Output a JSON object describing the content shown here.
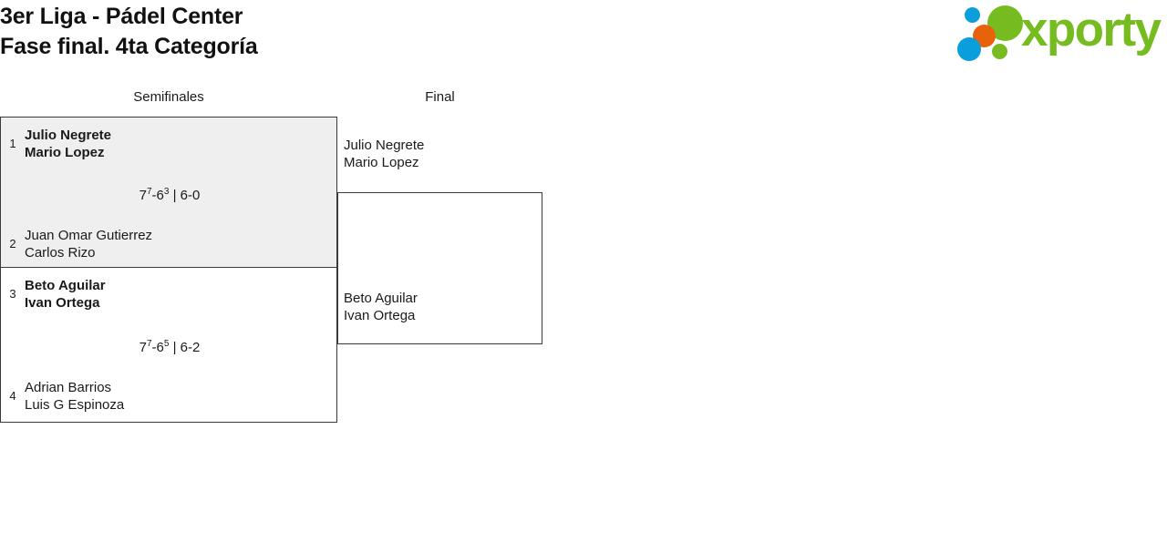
{
  "header": {
    "title_line1": "3er Liga - Pádel Center",
    "title_line2": "Fase final. 4ta Categoría",
    "logo_text": "xporty",
    "logo_colors": {
      "blue": "#0a9fdc",
      "orange": "#e8620c",
      "green": "#76bc21"
    }
  },
  "bracket": {
    "rounds": [
      {
        "label": "Semifinales"
      },
      {
        "label": "Final"
      }
    ],
    "semifinals": [
      {
        "score": "7",
        "score_sup1": "7",
        "score_mid": "-6",
        "score_sup2": "3",
        "score_tail": " | 6-0",
        "score_full": "7⁷-6³ | 6-0",
        "top": {
          "seed": "1",
          "player1": "Julio Negrete",
          "player2": "Mario Lopez",
          "winner": true
        },
        "bottom": {
          "seed": "2",
          "player1": "Juan Omar Gutierrez",
          "player2": "Carlos Rizo",
          "winner": false
        }
      },
      {
        "score": "7",
        "score_sup1": "7",
        "score_mid": "-6",
        "score_sup2": "5",
        "score_tail": " | 6-2",
        "score_full": "7⁷-6⁵ | 6-2",
        "top": {
          "seed": "3",
          "player1": "Beto Aguilar",
          "player2": "Ivan Ortega",
          "winner": true
        },
        "bottom": {
          "seed": "4",
          "player1": "Adrian Barrios",
          "player2": "Luis G Espinoza",
          "winner": false
        }
      }
    ],
    "final": {
      "top": {
        "player1": "Julio Negrete",
        "player2": "Mario Lopez",
        "winner": false
      },
      "bottom": {
        "player1": "Beto Aguilar",
        "player2": "Ivan Ortega",
        "winner": false
      }
    }
  }
}
